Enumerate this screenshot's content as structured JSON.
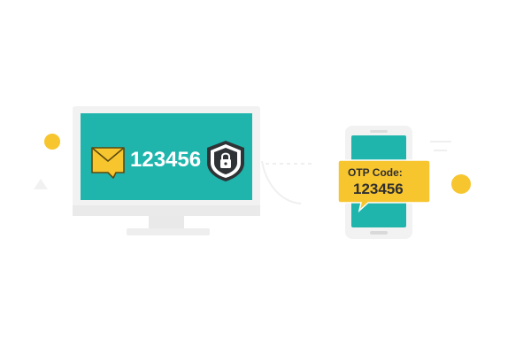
{
  "monitor": {
    "code": "123456",
    "screen_color": "#1fb5ad",
    "frame_color": "#f2f2f2"
  },
  "phone": {
    "bubble_label": "OTP Code:",
    "bubble_code": "123456",
    "screen_color": "#1fb5ad",
    "bubble_color": "#f7c52e"
  },
  "icons": {
    "envelope": "envelope-icon",
    "shield": "shield-lock-icon"
  },
  "colors": {
    "accent_yellow": "#f7c52e",
    "teal": "#1fb5ad",
    "dark_text": "#2f2f2f",
    "shield_dark": "#2f3336"
  }
}
